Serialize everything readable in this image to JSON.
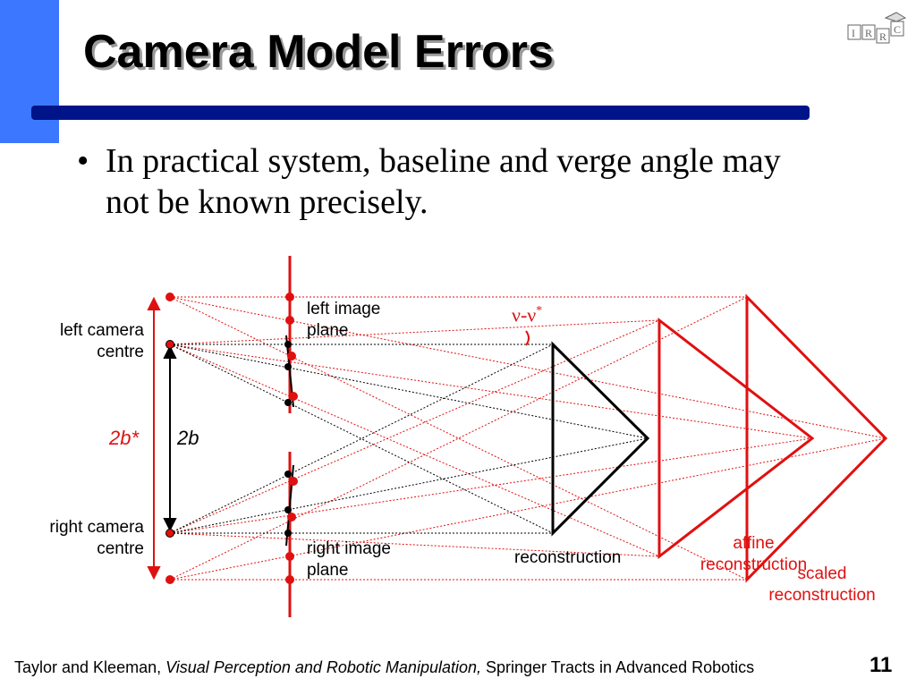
{
  "slide": {
    "title": "Camera Model Errors",
    "bullet": "In practical system, baseline and verge angle may not be known precisely.",
    "bullet_marker": "•"
  },
  "logo": {
    "letters": [
      "I",
      "R",
      "R",
      "C"
    ],
    "icon": "irrc-logo-icon"
  },
  "diagram": {
    "labels": {
      "left_camera": [
        "left camera",
        "centre"
      ],
      "right_camera": [
        "right camera",
        "centre"
      ],
      "left_image_plane": [
        "left image",
        "plane"
      ],
      "right_image_plane": [
        "right image",
        "plane"
      ],
      "true_baseline": "2b*",
      "baseline": "2b",
      "angle_error": "ν-ν",
      "angle_error_sup": "*",
      "reconstruction": "reconstruction",
      "affine": [
        "affine",
        "reconstruction"
      ],
      "scaled": [
        "scaled",
        "reconstruction"
      ]
    },
    "colors": {
      "red": "#e01010",
      "black": "#000000",
      "grey_dot": "#555555"
    }
  },
  "footer": {
    "authors": "Taylor and Kleeman,",
    "book": "Visual Perception and Robotic Manipulation,",
    "series": "Springer Tracts in Advanced Robotics",
    "page": "11"
  }
}
